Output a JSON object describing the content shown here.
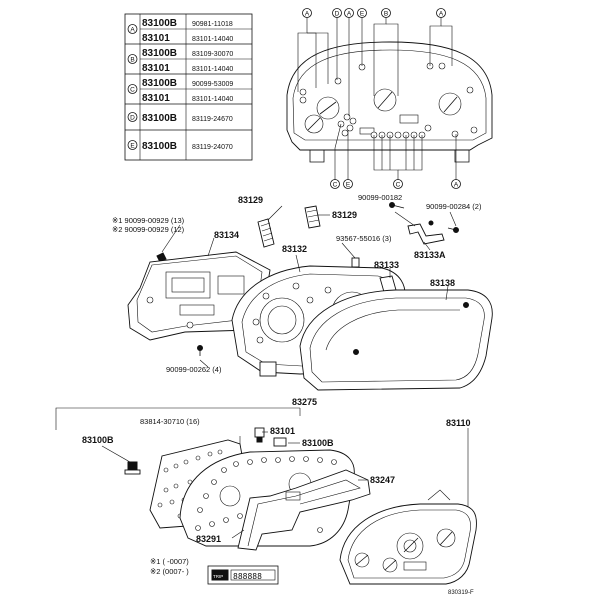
{
  "legend_table": {
    "rows": [
      {
        "mark": "A",
        "main": "83100B",
        "part": "90981-11018"
      },
      {
        "mark": "",
        "main": "83101",
        "part": "83101-14040"
      },
      {
        "mark": "B",
        "main": "83100B",
        "part": "83109-30070"
      },
      {
        "mark": "",
        "main": "83101",
        "part": "83101-14040"
      },
      {
        "mark": "C",
        "main": "83100B",
        "part": "90099-53009"
      },
      {
        "mark": "",
        "main": "83101",
        "part": "83101-14040"
      },
      {
        "mark": "D",
        "main": "83100B",
        "part": "83119-24670"
      },
      {
        "mark": "E",
        "main": "83100B",
        "part": "83119-24070"
      }
    ]
  },
  "top_markers": {
    "top": [
      "A",
      "D",
      "A",
      "E",
      "B",
      "A"
    ],
    "bottom": [
      "C",
      "E",
      "C",
      "A"
    ]
  },
  "labels": {
    "p83129a": "83129",
    "p83129b": "83129",
    "p90099_00182": "90099-00182",
    "p90099_00284": "90099-00284 (2)",
    "note1": "※1 90099-00929 (13)",
    "note2": "※2 90099-00929 (12)",
    "p83134": "83134",
    "p83132": "83132",
    "p93567": "93567-55016 (3)",
    "p83133a": "83133A",
    "p83133": "83133",
    "p83138": "83138",
    "p90099_00262": "90099-00262 (4)",
    "p83275": "83275",
    "p83110": "83110",
    "p83814": "83814-30710 (16)",
    "p83101": "83101",
    "p83100b_a": "83100B",
    "p83100b_b": "83100B",
    "p83247": "83247",
    "p83291": "83291",
    "foot1": "※1 (        -0007)",
    "foot2": "※2 (0007-        )",
    "odo_label": "TRIP",
    "odo_digits": "888888",
    "figure_id": "830319-F"
  }
}
